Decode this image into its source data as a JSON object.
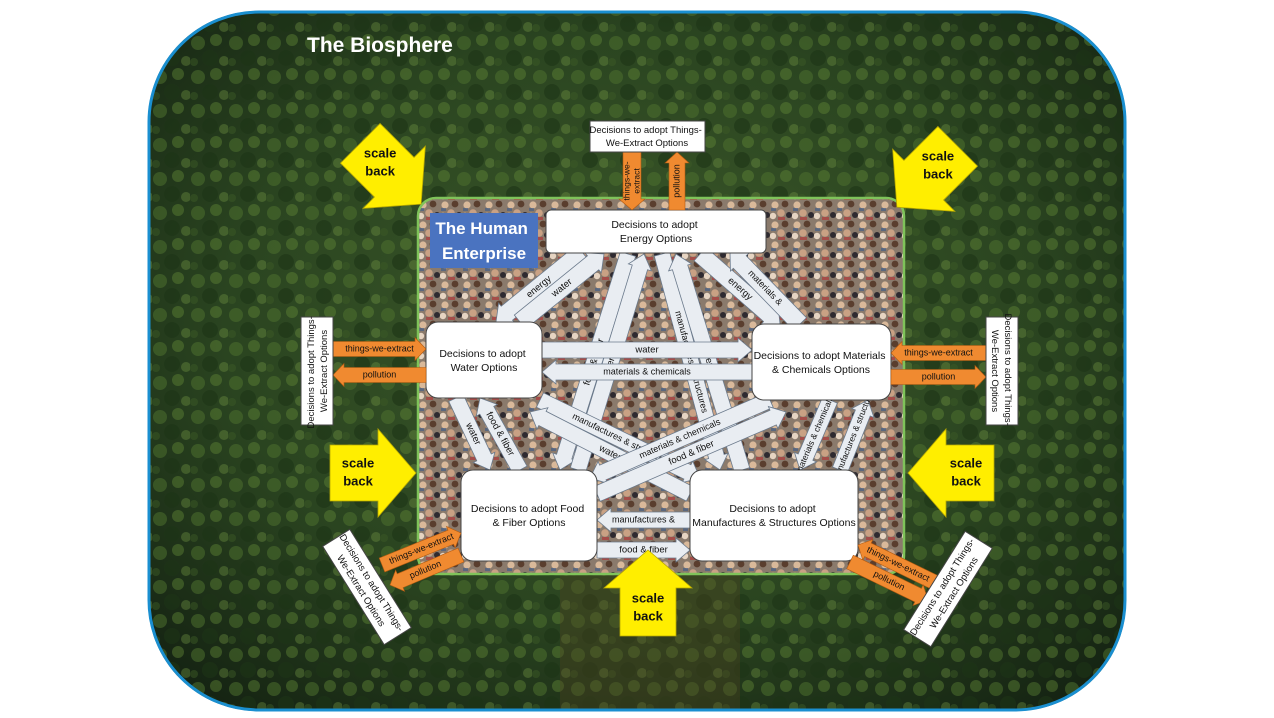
{
  "biosphere_title": "The Biosphere",
  "human_enterprise_title": [
    "The Human",
    "Enterprise"
  ],
  "nodes": {
    "energy": [
      "Decisions to adopt",
      "Energy Options"
    ],
    "water": [
      "Decisions to adopt",
      "Water Options"
    ],
    "materials": [
      "Decisions to adopt Materials",
      "& Chemicals Options"
    ],
    "food": [
      "Decisions to adopt Food",
      "& Fiber Options"
    ],
    "manufactures": [
      "Decisions to adopt",
      "Manufactures & Structures Options"
    ]
  },
  "extract_box": [
    "Decisions to adopt Things-",
    "We-Extract Options"
  ],
  "labels": {
    "things_we_extract": "things-we-extract",
    "things_we_extract_short": [
      "things-we-",
      "extract"
    ],
    "pollution": "pollution",
    "scale_back": [
      "scale",
      "back"
    ],
    "energy": "energy",
    "water": "water",
    "food_fiber": "food & fiber",
    "materials_chemicals": "materials & chemicals",
    "materials_chemicals_2line": [
      "materials &",
      "chemicals"
    ],
    "manufactures_structures": "manufactures & structures",
    "manufactures_structures_2line": [
      "manufactures &",
      "structures"
    ]
  },
  "colors": {
    "border": "#1a8fd0",
    "forest": "#2f4a22",
    "enterprise_border": "#7fc35a",
    "title_box": "#4a73c0",
    "orange": "#f08a30",
    "yellow": "#ffee00",
    "link_arrow": "#e9edf2"
  }
}
